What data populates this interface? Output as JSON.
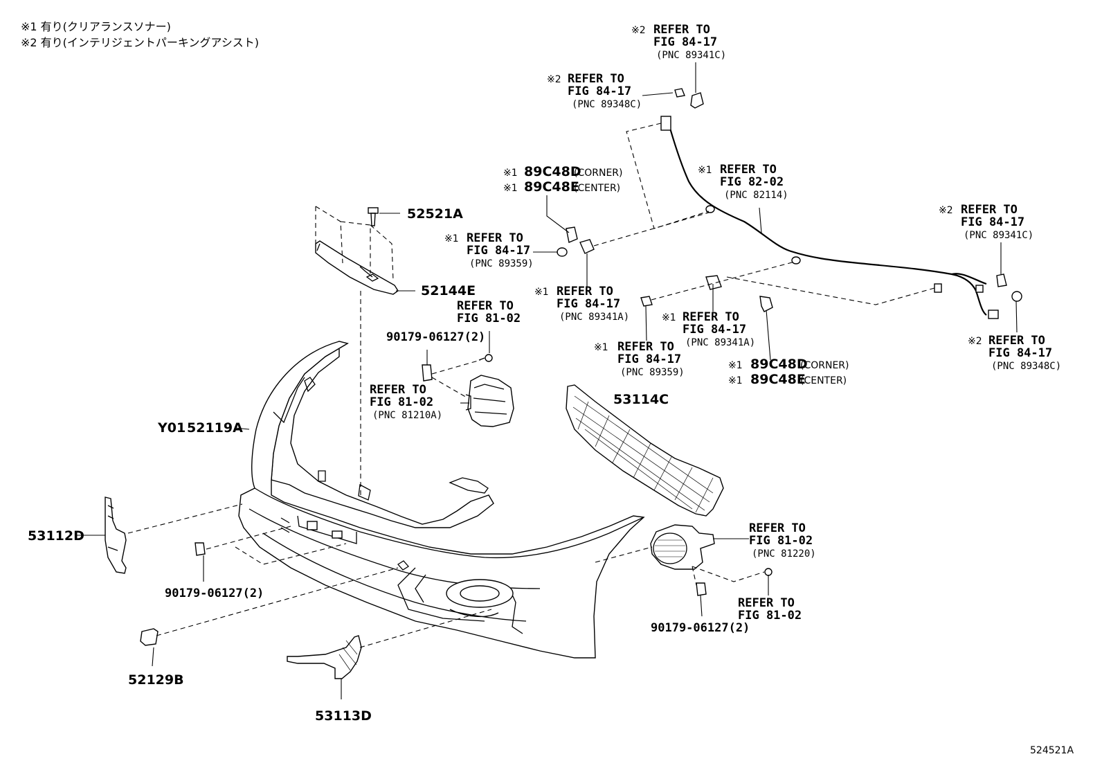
{
  "notes": {
    "n1": "※1 有り(クリアランスソナー)",
    "n2": "※2 有り(インテリジェントパーキングアシスト)"
  },
  "refs": {
    "r1": {
      "mark": "※2",
      "l1": "REFER TO",
      "l2": "FIG 84-17",
      "l3": "(PNC 89341C)"
    },
    "r2": {
      "mark": "※2",
      "l1": "REFER TO",
      "l2": "FIG 84-17",
      "l3": "(PNC 89348C)"
    },
    "r3": {
      "mark": "※1",
      "l1": "REFER TO",
      "l2": "FIG 82-02",
      "l3": "(PNC 82114)"
    },
    "r4": {
      "mark": "※2",
      "l1": "REFER TO",
      "l2": "FIG 84-17",
      "l3": "(PNC 89341C)"
    },
    "r5": {
      "mark": "※1",
      "l1": "REFER TO",
      "l2": "FIG 84-17",
      "l3": "(PNC 89359)"
    },
    "r6": {
      "mark": "※1",
      "l1": "REFER TO",
      "l2": "FIG 84-17",
      "l3": "(PNC 89341A)"
    },
    "r7": {
      "mark": "※1",
      "l1": "REFER TO",
      "l2": "FIG 84-17",
      "l3": "(PNC 89341A)"
    },
    "r8": {
      "mark": "※1",
      "l1": "REFER TO",
      "l2": "FIG 84-17",
      "l3": "(PNC 89359)"
    },
    "r9": {
      "mark": "※2",
      "l1": "REFER TO",
      "l2": "FIG 84-17",
      "l3": "(PNC 89348C)"
    },
    "r10": {
      "l1": "REFER TO",
      "l2": "FIG 81-02"
    },
    "r11": {
      "l1": "REFER TO",
      "l2": "FIG 81-02",
      "l3": "(PNC 81210A)"
    },
    "r12": {
      "l1": "REFER TO",
      "l2": "FIG 81-02",
      "l3": "(PNC 81220)"
    },
    "r13": {
      "l1": "REFER TO",
      "l2": "FIG 81-02"
    }
  },
  "sensors": {
    "top": {
      "m1": "※1",
      "p1": "89C48D",
      "s1": "(CORNER)",
      "m2": "※1",
      "p2": "89C48E",
      "s2": "(CENTER)"
    },
    "bottom": {
      "m1": "※1",
      "p1": "89C48D",
      "s1": "(CORNER)",
      "m2": "※1",
      "p2": "89C48E",
      "s2": "(CENTER)"
    }
  },
  "parts": {
    "p52521A": "52521A",
    "p52144E": "52144E",
    "p52119A_prefix": "Y01",
    "p52119A": "52119A",
    "p53114C": "53114C",
    "p53112D": "53112D",
    "p52129B": "52129B",
    "p53113D": "53113D",
    "bolt1": "90179-06127(2)",
    "bolt2": "90179-06127(2)",
    "bolt3": "90179-06127(2)"
  },
  "illustration_id": "524521A"
}
